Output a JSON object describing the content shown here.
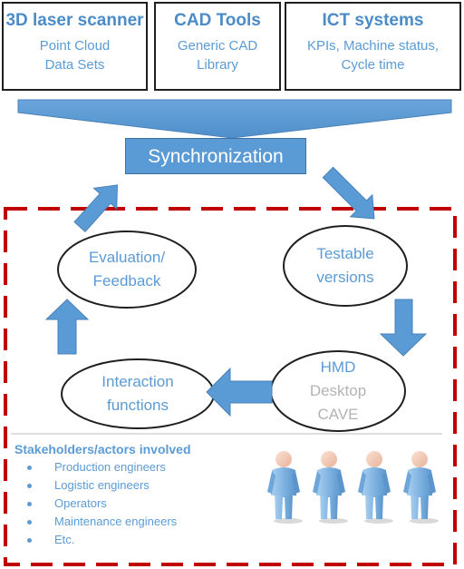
{
  "sources": [
    {
      "title": "3D laser scanner",
      "lines": [
        "Point Cloud",
        "Data Sets"
      ]
    },
    {
      "title": "CAD Tools",
      "lines": [
        "Generic CAD",
        "Library"
      ]
    },
    {
      "title": "ICT systems",
      "lines": [
        "KPIs, Machine status,",
        "Cycle time"
      ]
    }
  ],
  "sync_label": "Synchronization",
  "cycle": {
    "evaluation": [
      "Evaluation/",
      "Feedback"
    ],
    "testable": [
      "Testable",
      "versions"
    ],
    "interaction": [
      "Interaction",
      "functions"
    ],
    "display": [
      "HMD",
      "Desktop",
      "CAVE"
    ]
  },
  "stakeholders": {
    "heading": "Stakeholders/actors involved",
    "items": [
      "Production engineers",
      "Logistic engineers",
      "Operators",
      "Maintenance engineers",
      "Etc."
    ]
  },
  "colors": {
    "accent": "#5b9bd5",
    "dashed_border": "#c00000",
    "muted_text": "#b3b3b3"
  },
  "icons": {
    "actors": "person-icon",
    "actor_count": 4
  }
}
